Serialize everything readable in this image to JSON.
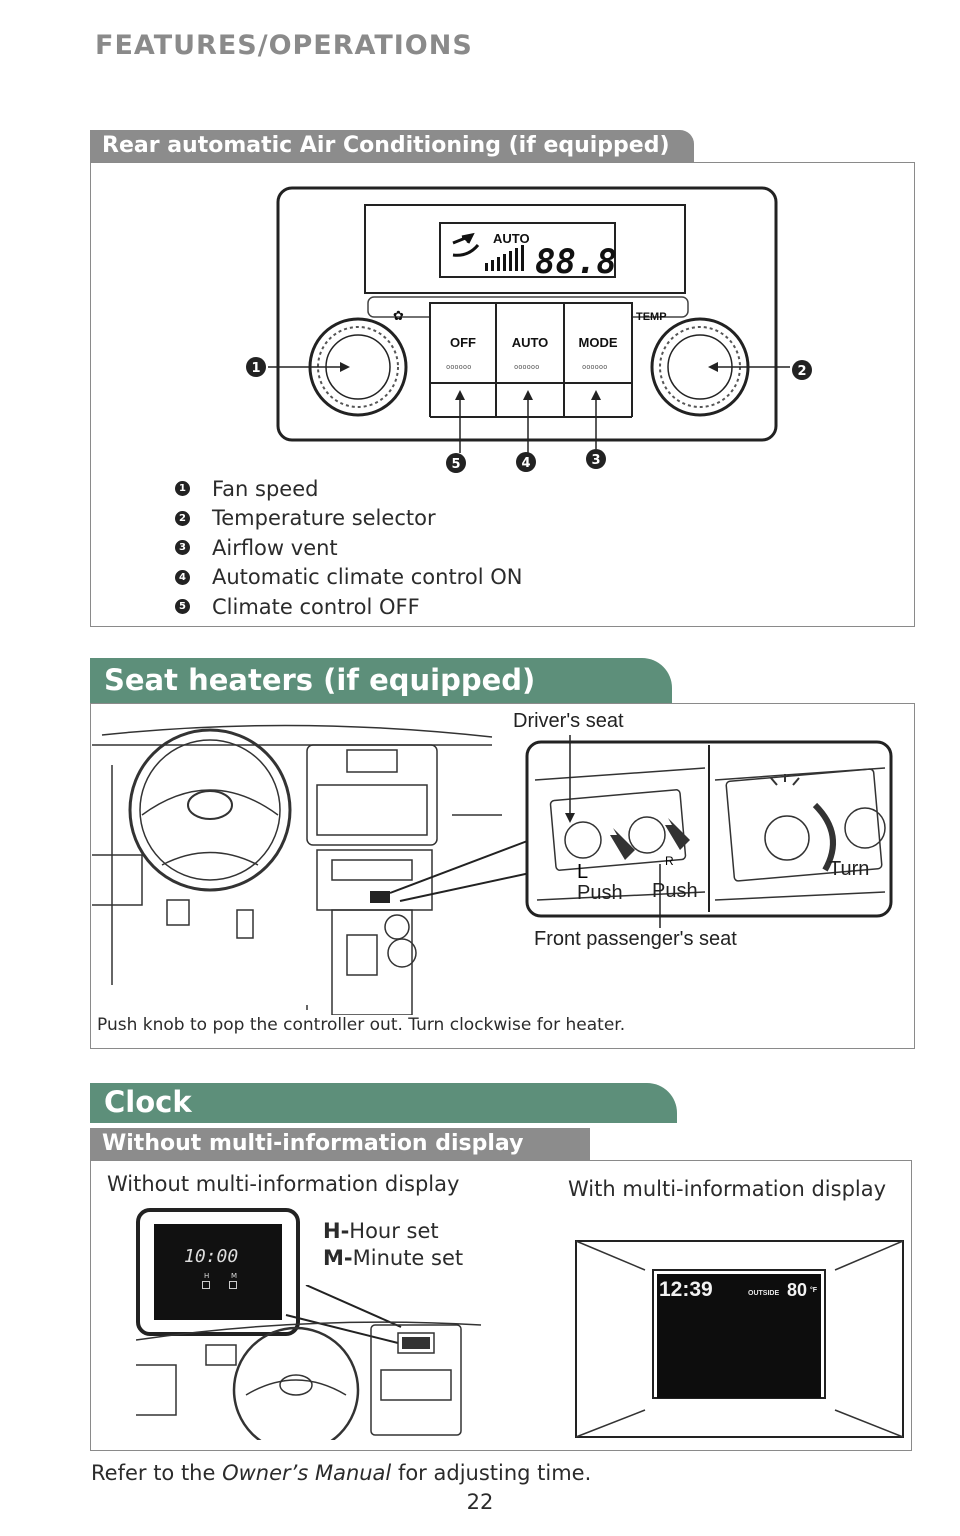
{
  "header": {
    "title": "FEATURES/OPERATIONS"
  },
  "rear_ac": {
    "tab_title": "Rear automatic Air Conditioning (if equipped)",
    "panel": {
      "display_mode": "AUTO",
      "display_temp": "88.8",
      "buttons": [
        "OFF",
        "AUTO",
        "MODE"
      ],
      "temp_label": "TEMP"
    },
    "callouts": [
      "1",
      "2",
      "3",
      "4",
      "5"
    ],
    "legend": [
      {
        "num": "1",
        "label": "Fan speed"
      },
      {
        "num": "2",
        "label": "Temperature selector"
      },
      {
        "num": "3",
        "label": "Airflow vent"
      },
      {
        "num": "4",
        "label": "Automatic climate control ON"
      },
      {
        "num": "5",
        "label": "Climate control OFF"
      }
    ]
  },
  "seat_heaters": {
    "tab_title": "Seat heaters (if equipped)",
    "drivers_seat": "Driver's seat",
    "front_passenger_seat": "Front passenger's seat",
    "push_1": "Push",
    "push_2": "Push",
    "turn": "Turn",
    "knob_L": "L",
    "knob_R": "R",
    "caption": "Push knob to pop the controller out. Turn clockwise for heater."
  },
  "clock": {
    "tab_title": "Clock",
    "sub_tab_title": "Without multi-information display",
    "left_label": "Without multi-information display",
    "right_label": "With multi-information display",
    "clock_time": "10:00",
    "h_key": "H",
    "m_key": "M",
    "hour_set_key": "H-",
    "hour_set_label": "Hour set",
    "minute_set_key": "M-",
    "minute_set_label": "Minute set",
    "mid_time": "12:39",
    "mid_outside_label": "OUTSIDE",
    "mid_outside_temp": "80",
    "mid_unit": "°F"
  },
  "footer": {
    "note_prefix": "Refer to the ",
    "note_italic": "Owner’s Manual",
    "note_suffix": " for adjusting time.",
    "page_number": "22"
  }
}
